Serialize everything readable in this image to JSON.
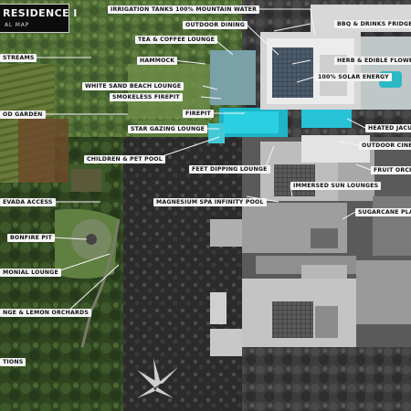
{
  "title": {
    "main": "RESIDENCE I",
    "sub": "AL MAP"
  },
  "labels": [
    {
      "key": "irrigation",
      "text": "IRRIGATION TANKS 100% MOUNTAIN WATER"
    },
    {
      "key": "bbq",
      "text": "BBQ & DRINKS FRIDGE"
    },
    {
      "key": "outdoor_dining",
      "text": "OUTDOOR DINING"
    },
    {
      "key": "tea_coffee",
      "text": "TEA & COFFEE LOUNGE"
    },
    {
      "key": "streams",
      "text": "STREAMS"
    },
    {
      "key": "hammock",
      "text": "HAMMOCK"
    },
    {
      "key": "herb_flowers",
      "text": "HERB & EDIBLE FLOWERS"
    },
    {
      "key": "solar",
      "text": "100% SOLAR ENERGY"
    },
    {
      "key": "beach_lounge",
      "text": "WHITE SAND BEACH LOUNGE"
    },
    {
      "key": "smokeless",
      "text": "SMOKELESS FIREPIT"
    },
    {
      "key": "food_garden",
      "text": "OD GARDEN"
    },
    {
      "key": "firepit",
      "text": "FIREPIT"
    },
    {
      "key": "jacuzzi",
      "text": "HEATED JACU"
    },
    {
      "key": "star_gazing",
      "text": "STAR GAZING LOUNGE"
    },
    {
      "key": "outdoor_cinema",
      "text": "OUTDOOR CINE"
    },
    {
      "key": "children_pool",
      "text": "CHILDREN & PET POOL"
    },
    {
      "key": "fruit_orchard",
      "text": "FRUIT ORCH"
    },
    {
      "key": "feet_dipping",
      "text": "FEET DIPPING LOUNGE"
    },
    {
      "key": "immersed_sun",
      "text": "IMMERSED SUN LOUNGES"
    },
    {
      "key": "magnesium",
      "text": "MAGNESIUM SPA INFINITY POOL"
    },
    {
      "key": "levada",
      "text": "EVADA ACCESS"
    },
    {
      "key": "sugarcane",
      "text": "SUGARCANE PLA"
    },
    {
      "key": "bonfire",
      "text": "BONFIRE PIT"
    },
    {
      "key": "ceremonial",
      "text": "MONIAL LOUNGE"
    },
    {
      "key": "orchards",
      "text": "NGE & LEMON ORCHARDS"
    },
    {
      "key": "plantations",
      "text": "TIONS"
    }
  ]
}
